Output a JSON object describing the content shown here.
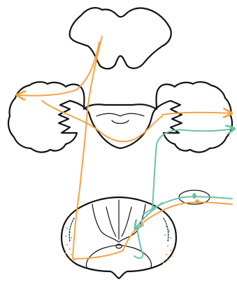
{
  "colors": {
    "outline": "#111111",
    "orange_pathway": "#f5a243",
    "green_pathway": "#6cc2a8",
    "background": "#ffffff"
  },
  "structures": [
    "cerebellum",
    "brainstem-section",
    "spinal-cord-section",
    "dorsal-root-ganglion"
  ],
  "pathways": [
    {
      "color": "orange",
      "arrowheads": 2
    },
    {
      "color": "green",
      "arrowheads": 2
    }
  ]
}
